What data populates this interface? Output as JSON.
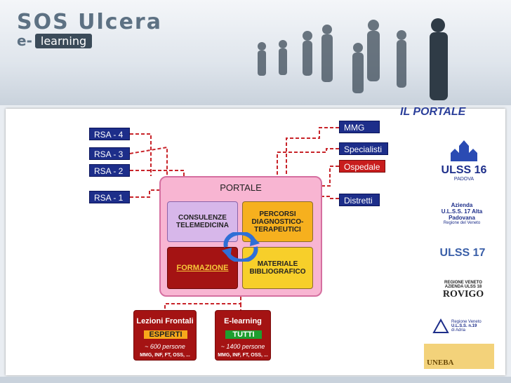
{
  "header": {
    "brand": "SOS Ulcera",
    "brand_e": "e-",
    "brand_learning": "learning"
  },
  "page_title": "IL PORTALE",
  "rsa": [
    "RSA - 4",
    "RSA - 3",
    "RSA - 2",
    "RSA - 1"
  ],
  "right_nodes": [
    "MMG",
    "Specialisti",
    "Ospedale",
    "Distretti"
  ],
  "portal": {
    "title": "PORTALE",
    "consulenze": "CONSULENZE\nTELEMEDICINA",
    "percorsi": "PERCORSI\nDIAGNOSTICO-\nTERAPEUTICI",
    "formazione": "FORMAZIONE",
    "materiale": "MATERIALE\nBIBLIOGRAFICO"
  },
  "lezioni": {
    "title": "Lezioni Frontali",
    "badge": "ESPERTI",
    "count": "~ 600 persone",
    "prof": "MMG, INF, FT, OSS, ..."
  },
  "elearning": {
    "title": "E-learning",
    "badge": "TUTTI",
    "count": "~ 1400 persone",
    "prof": "MMG, INF, FT, OSS, ..."
  },
  "logos": {
    "uls16": "ULSS 16",
    "uls16_sub": "PADOVA",
    "aps_title": "Azienda",
    "aps_name": "U.L.S.S. 17 Alta Padovana",
    "aps_sub": "Regione del Veneto",
    "ulss17": "ULSS 17",
    "rovigo_top": "REGIONE VENETO",
    "rovigo_mid": "AZIENDA ULSS 18",
    "rovigo_name": "ROVIGO",
    "adria_top": "Regione Veneto",
    "adria_mid": "U.L.S.S. n.19",
    "adria_sub": "di Adria",
    "uneba": "UNEBA"
  },
  "colors": {
    "navy": "#1d2e8a",
    "red": "#c81d1d",
    "dark_red": "#a41313",
    "pink": "#f8b5d2",
    "lilac": "#d7b7ea",
    "orange": "#f6b01e",
    "yellow": "#f7cf2a",
    "green": "#1d9e2f"
  }
}
